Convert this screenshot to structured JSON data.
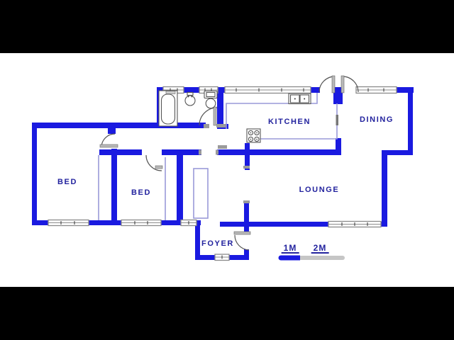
{
  "rooms": {
    "bed1": "BED",
    "bed2": "BED",
    "kitchen": "KITCHEN",
    "dining": "DINING",
    "lounge": "LOUNGE",
    "foyer": "FOYER"
  },
  "scale_bar": {
    "label_1m": "1M",
    "label_2m": "2M"
  },
  "colors": {
    "wall": "#1a1ae0",
    "label_text": "#22229e",
    "thin_line": "#9a9ad8",
    "window_frame": "#8a8a8a",
    "tick": "#333333",
    "door_arc": "#555555",
    "scale_gray": "#c6c6c6",
    "background": "#ffffff",
    "letterbox": "#000000"
  },
  "fixtures": [
    "bathtub-icon",
    "basin-icon",
    "toilet-icon",
    "double-sink-icon",
    "stove-icon"
  ]
}
